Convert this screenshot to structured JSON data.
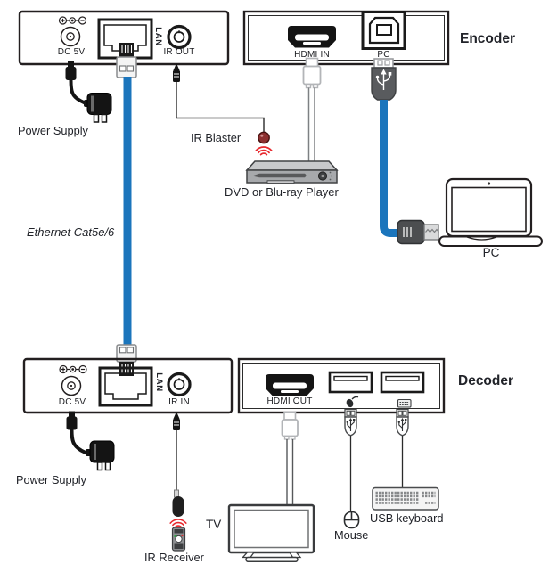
{
  "tx_unit": {
    "dc_label": "DC 5V",
    "lan_label": "LAN",
    "ir_label": "IR OUT",
    "power_label": "Power Supply"
  },
  "rx_unit": {
    "dc_label": "DC 5V",
    "lan_label": "LAN",
    "ir_label": "IR IN",
    "power_label": "Power Supply"
  },
  "encoder": {
    "title": "Encoder",
    "hdmi_label": "HDMI IN",
    "pc_label": "PC"
  },
  "decoder": {
    "title": "Decoder",
    "hdmi_label": "HDMI OUT"
  },
  "devices": {
    "ir_blaster": "IR Blaster",
    "dvd": "DVD or Blu-ray Player",
    "pc": "PC",
    "tv": "TV",
    "mouse": "Mouse",
    "usb_keyboard": "USB keyboard",
    "ir_receiver": "IR Receiver"
  },
  "cable": {
    "ethernet_label": "Ethernet Cat5e/6"
  },
  "colors": {
    "cable_blue": "#1b75bc",
    "ir_red": "#e8282d",
    "outline": "#231f20"
  }
}
